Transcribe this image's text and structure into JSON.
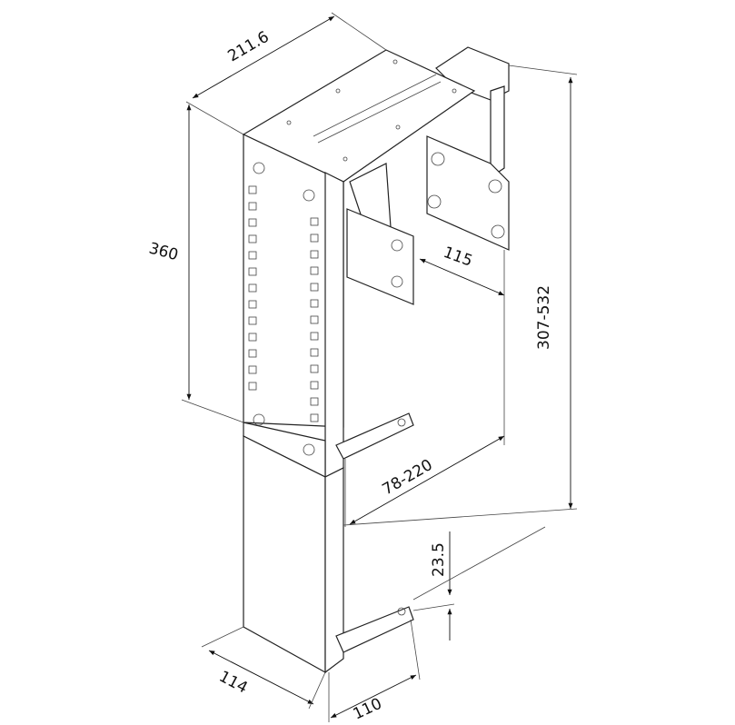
{
  "dimensions": {
    "top_depth": "211.6",
    "height": "360",
    "bracket_spacing": "115",
    "total_height_range": "307-532",
    "width_range": "78-220",
    "lip": "23.5",
    "base_depth": "114",
    "base_width": "110"
  }
}
